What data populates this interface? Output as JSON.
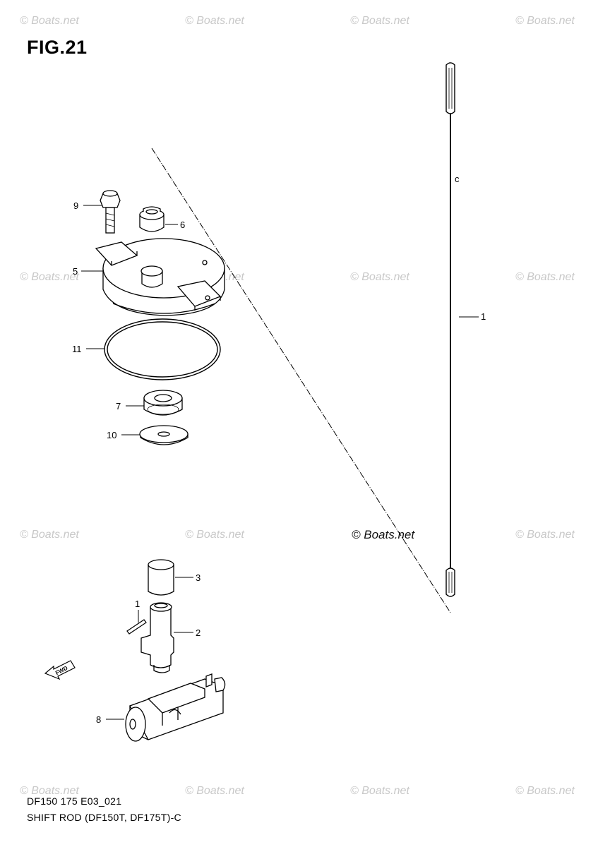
{
  "figure": {
    "title": "FIG.21"
  },
  "watermark": {
    "text": "© Boats.net",
    "main_text": "© Boats.net"
  },
  "callouts": [
    "1",
    "1",
    "2",
    "3",
    "5",
    "6",
    "7",
    "8",
    "9",
    "10",
    "11"
  ],
  "part_letter": "c",
  "fwd_label": "FWD",
  "footer": {
    "code": "DF150 175 E03_021",
    "name": "SHIFT ROD (DF150T, DF175T)-C"
  },
  "colors": {
    "ink": "#000000",
    "watermark": "#c8c8c8",
    "background": "#ffffff"
  }
}
